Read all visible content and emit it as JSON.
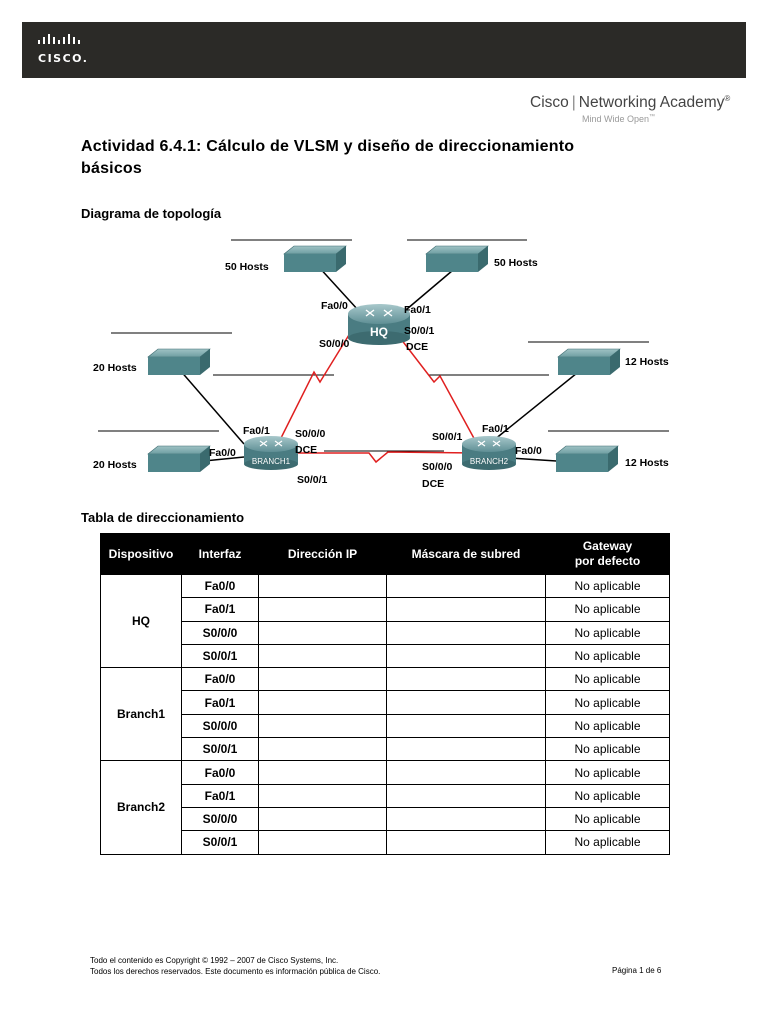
{
  "header": {
    "logo_text": "CISCO."
  },
  "brand": {
    "company": "Cisco",
    "program": "Networking Academy",
    "registered": "®",
    "tagline": "Mind Wide Open",
    "trademark": "™"
  },
  "document": {
    "title_line1": "Actividad 6.4.1: Cálculo de VLSM y diseño de direccionamiento",
    "title_line2": "básicos"
  },
  "topology": {
    "heading": "Diagrama de topología",
    "hosts": {
      "hq_left": "50 Hosts",
      "hq_right": "50 Hosts",
      "b1_top": "20 Hosts",
      "b1_bottom": "20 Hosts",
      "b2_top": "12 Hosts",
      "b2_bottom": "12 Hosts"
    },
    "routers": {
      "hq": "HQ",
      "branch1": "BRANCH1",
      "branch2": "BRANCH2"
    },
    "labels": {
      "hq_fa00": "Fa0/0",
      "hq_fa01": "Fa0/1",
      "hq_s000": "S0/0/0",
      "hq_s001": "S0/0/1",
      "hq_dce": "DCE",
      "b1_fa01": "Fa0/1",
      "b1_fa00": "Fa0/0",
      "b1_s000": "S0/0/0",
      "b1_dce": "DCE",
      "b1_s001": "S0/0/1",
      "b2_s001": "S0/0/1",
      "b2_fa01": "Fa0/1",
      "b2_fa00": "Fa0/0",
      "b2_s000": "S0/0/0",
      "b2_dce": "DCE"
    }
  },
  "table": {
    "heading": "Tabla de direccionamiento",
    "columns": [
      "Dispositivo",
      "Interfaz",
      "Dirección IP",
      "Máscara de subred",
      "Gateway",
      "por defecto"
    ],
    "groups": [
      {
        "device": "HQ",
        "rows": [
          {
            "iface": "Fa0/0",
            "ip": "",
            "mask": "",
            "gw": "No aplicable"
          },
          {
            "iface": "Fa0/1",
            "ip": "",
            "mask": "",
            "gw": "No aplicable"
          },
          {
            "iface": "S0/0/0",
            "ip": "",
            "mask": "",
            "gw": "No aplicable"
          },
          {
            "iface": "S0/0/1",
            "ip": "",
            "mask": "",
            "gw": "No aplicable"
          }
        ]
      },
      {
        "device": "Branch1",
        "rows": [
          {
            "iface": "Fa0/0",
            "ip": "",
            "mask": "",
            "gw": "No aplicable"
          },
          {
            "iface": "Fa0/1",
            "ip": "",
            "mask": "",
            "gw": "No aplicable"
          },
          {
            "iface": "S0/0/0",
            "ip": "",
            "mask": "",
            "gw": "No aplicable"
          },
          {
            "iface": "S0/0/1",
            "ip": "",
            "mask": "",
            "gw": "No aplicable"
          }
        ]
      },
      {
        "device": "Branch2",
        "rows": [
          {
            "iface": "Fa0/0",
            "ip": "",
            "mask": "",
            "gw": "No aplicable"
          },
          {
            "iface": "Fa0/1",
            "ip": "",
            "mask": "",
            "gw": "No aplicable"
          },
          {
            "iface": "S0/0/0",
            "ip": "",
            "mask": "",
            "gw": "No aplicable"
          },
          {
            "iface": "S0/0/1",
            "ip": "",
            "mask": "",
            "gw": "No aplicable"
          }
        ]
      }
    ]
  },
  "footer": {
    "copyright_line1": "Todo el contenido es Copyright © 1992 – 2007 de Cisco Systems, Inc.",
    "copyright_line2": "Todos los derechos reservados. Este documento es información pública de Cisco.",
    "page": "Página 1 de 6"
  },
  "colors": {
    "header_bg": "#2b2a27",
    "switch": "#5e8f93",
    "router": "#4f7f86",
    "serial_link": "#e02020"
  }
}
